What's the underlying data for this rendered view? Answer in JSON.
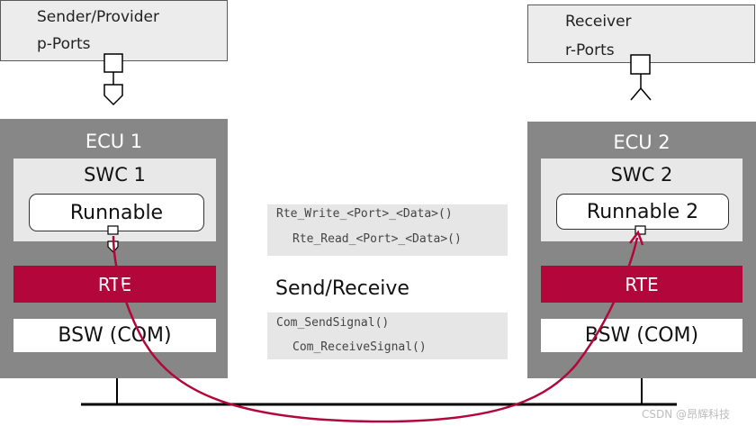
{
  "sender": {
    "line1": "Sender/Provider",
    "line2": "p-Ports"
  },
  "receiver": {
    "line1": "Receiver",
    "line2": "r-Ports"
  },
  "ecu1": {
    "title": "ECU 1",
    "swc": "SWC 1",
    "runnable": "Runnable",
    "rte": "RTE",
    "bsw": "BSW (COM)"
  },
  "ecu2": {
    "title": "ECU 2",
    "swc": "SWC 2",
    "runnable": "Runnable 2",
    "rte": "RTE",
    "bsw": "BSW (COM)"
  },
  "rte_api": {
    "write": "Rte_Write_<Port>_<Data>()",
    "read": "Rte_Read_<Port>_<Data>()"
  },
  "mode_label": "Send/Receive",
  "com_api": {
    "send": "Com_SendSignal()",
    "receive": "Com_ReceiveSignal()"
  },
  "watermark": "CSDN @昂辉科技",
  "colors": {
    "rte": "#b3063a",
    "ecu": "#878787",
    "swc": "#e8e8e8",
    "signal_path": "#b3063a"
  }
}
